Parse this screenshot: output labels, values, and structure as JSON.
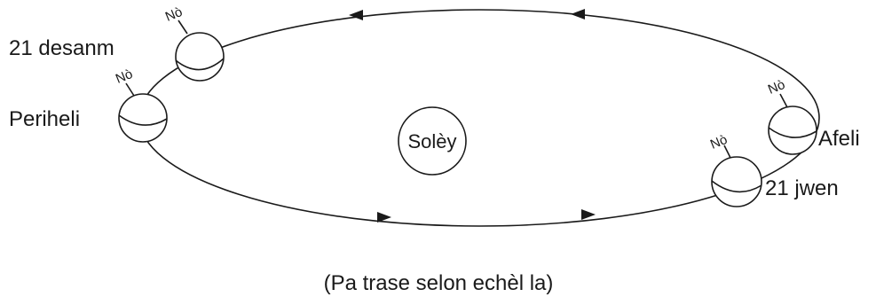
{
  "diagram": {
    "sun_label": "Solèy",
    "perihelion_label": "Periheli",
    "aphelion_label": "Afeli",
    "december_label": "21 desanm",
    "june_label": "21 jwen",
    "north_label": "Nò",
    "caption": "(Pa trase selon echèl la)"
  }
}
